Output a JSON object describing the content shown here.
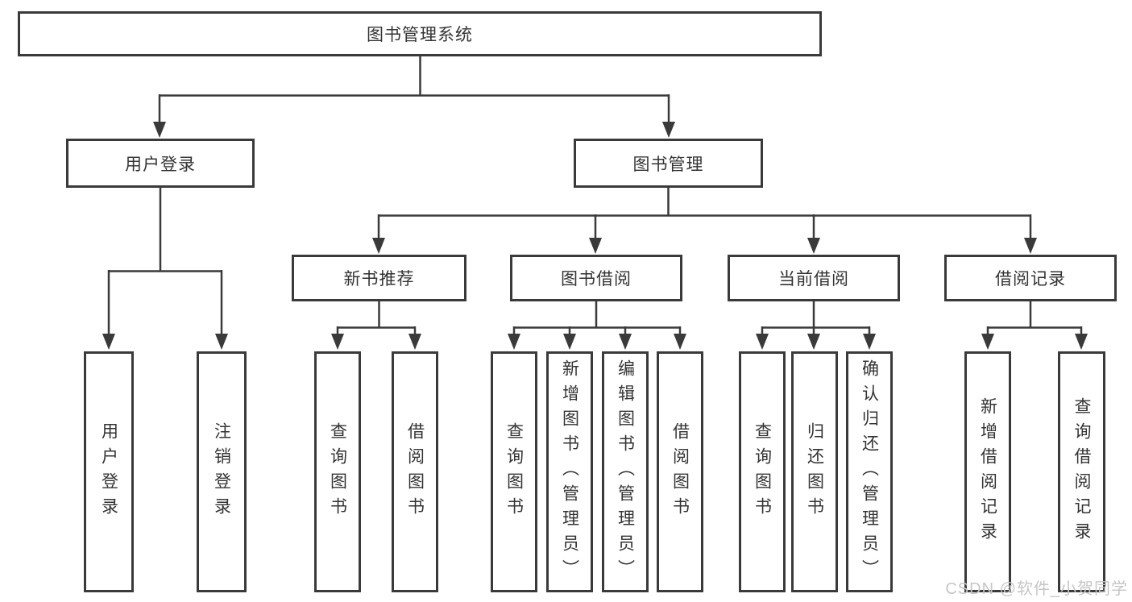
{
  "tree": {
    "root": {
      "label": "图书管理系统"
    },
    "user_login": {
      "label": "用户登录",
      "children": [
        {
          "label": "用户登录"
        },
        {
          "label": "注销登录"
        }
      ]
    },
    "book_mgmt": {
      "label": "图书管理",
      "groups": [
        {
          "label": "新书推荐",
          "children": [
            {
              "label": "查询图书"
            },
            {
              "label": "借阅图书"
            }
          ]
        },
        {
          "label": "图书借阅",
          "children": [
            {
              "label": "查询图书"
            },
            {
              "label": "新增图书（管理员）"
            },
            {
              "label": "编辑图书（管理员）"
            },
            {
              "label": "借阅图书"
            }
          ]
        },
        {
          "label": "当前借阅",
          "children": [
            {
              "label": "查询图书"
            },
            {
              "label": "归还图书"
            },
            {
              "label": "确认归还（管理员）"
            }
          ]
        },
        {
          "label": "借阅记录",
          "children": [
            {
              "label": "新增借阅记录"
            },
            {
              "label": "查询借阅记录"
            }
          ]
        }
      ]
    }
  },
  "watermark": "CSDN @软件_小贺同学",
  "colors": {
    "line": "#3a3a3a",
    "text": "#333333",
    "watermark": "#c6c6c6",
    "background": "#ffffff"
  }
}
